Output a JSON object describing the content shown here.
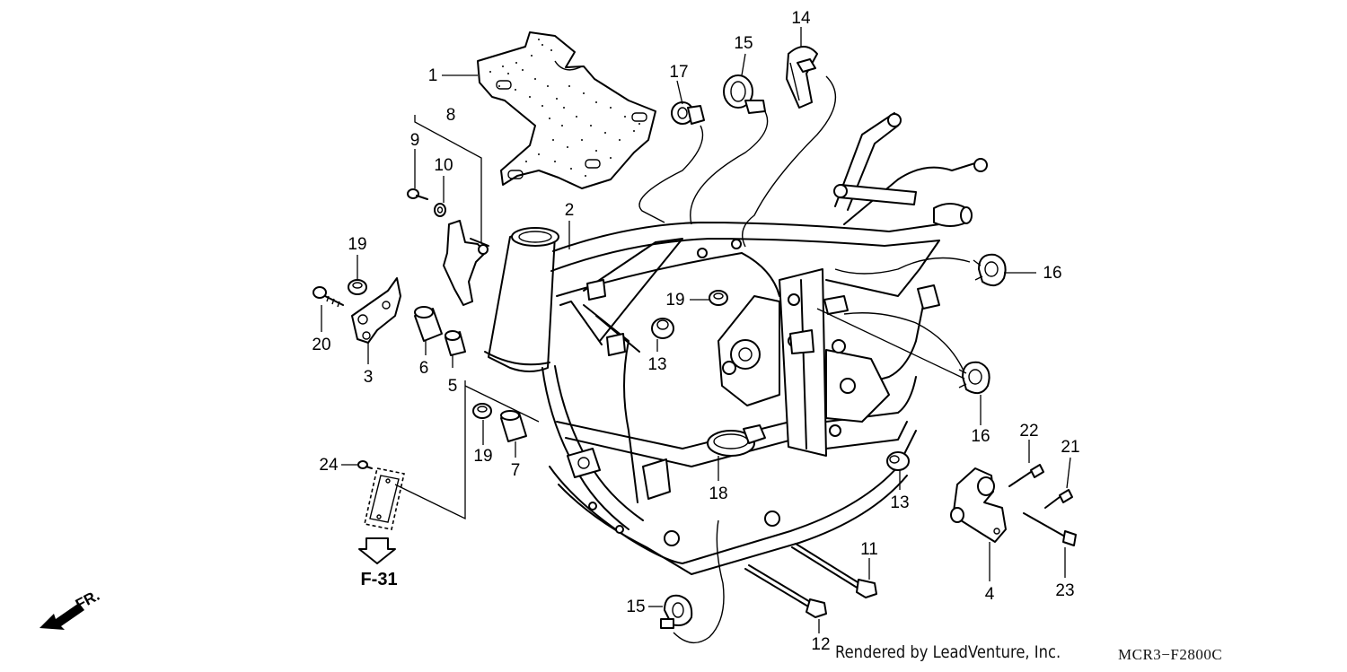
{
  "callouts": [
    {
      "id": "c1",
      "label": "1"
    },
    {
      "id": "c2",
      "label": "2"
    },
    {
      "id": "c3",
      "label": "3"
    },
    {
      "id": "c4",
      "label": "4"
    },
    {
      "id": "c5",
      "label": "5"
    },
    {
      "id": "c6",
      "label": "6"
    },
    {
      "id": "c7",
      "label": "7"
    },
    {
      "id": "c8",
      "label": "8"
    },
    {
      "id": "c9",
      "label": "9"
    },
    {
      "id": "c10",
      "label": "10"
    },
    {
      "id": "c11",
      "label": "11"
    },
    {
      "id": "c12",
      "label": "12"
    },
    {
      "id": "c13a",
      "label": "13"
    },
    {
      "id": "c13b",
      "label": "13"
    },
    {
      "id": "c14",
      "label": "14"
    },
    {
      "id": "c15a",
      "label": "15"
    },
    {
      "id": "c15b",
      "label": "15"
    },
    {
      "id": "c16a",
      "label": "16"
    },
    {
      "id": "c16b",
      "label": "16"
    },
    {
      "id": "c17",
      "label": "17"
    },
    {
      "id": "c18",
      "label": "18"
    },
    {
      "id": "c19a",
      "label": "19"
    },
    {
      "id": "c19b",
      "label": "19"
    },
    {
      "id": "c19c",
      "label": "19"
    },
    {
      "id": "c20",
      "label": "20"
    },
    {
      "id": "c21",
      "label": "21"
    },
    {
      "id": "c22",
      "label": "22"
    },
    {
      "id": "c23",
      "label": "23"
    },
    {
      "id": "c24",
      "label": "24"
    }
  ],
  "reference": "F-31",
  "direction": "FR.",
  "credit": "Rendered by LeadVenture, Inc.",
  "diagram_code": "MCR3−F2800C",
  "colors": {
    "line": "#000000",
    "background": "#ffffff"
  }
}
